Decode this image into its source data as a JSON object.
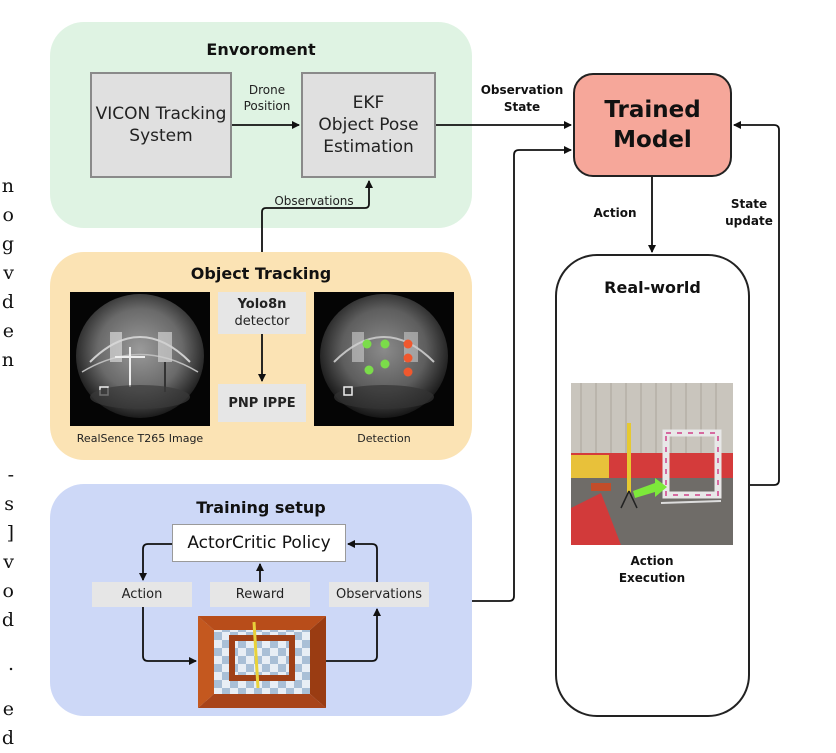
{
  "left_margin_fragments": [
    "n",
    "o",
    "g",
    "v",
    "d",
    "e",
    "n",
    "",
    "-",
    "s",
    "]",
    "v",
    "o",
    "d",
    ".",
    "e",
    "d"
  ],
  "environment": {
    "title": "Envoroment",
    "vicon_line1": "VICON Tracking",
    "vicon_line2": "System",
    "drone_line1": "Drone",
    "drone_line2": "Position",
    "ekf_line1": "EKF",
    "ekf_line2": "Object Pose",
    "ekf_line3": "Estimation",
    "observations_label": "Observations"
  },
  "object_tracking": {
    "title": "Object Tracking",
    "yolo_line1": "Yolo8n",
    "yolo_line2": "detector",
    "pnp": "PNP IPPE",
    "caption_left": "RealSence T265 Image",
    "caption_right": "Detection"
  },
  "training": {
    "title": "Training setup",
    "policy": "ActorCritic Policy",
    "action": "Action",
    "reward": "Reward",
    "observations": "Observations"
  },
  "model": {
    "line1": "Trained",
    "line2": "Model"
  },
  "labels": {
    "observation_state_line1": "Observation",
    "observation_state_line2": "State",
    "action": "Action",
    "state_update_line1": "State",
    "state_update_line2": "update"
  },
  "real_world": {
    "title": "Real-world",
    "execution_line1": "Action",
    "execution_line2": "Execution"
  },
  "colors": {
    "environment_bg": "#dff3e3",
    "tracking_bg": "#fbe3b4",
    "training_bg": "#cdd8f7",
    "model_bg": "#f6a79a",
    "grey_box": "#e0e0e0"
  }
}
